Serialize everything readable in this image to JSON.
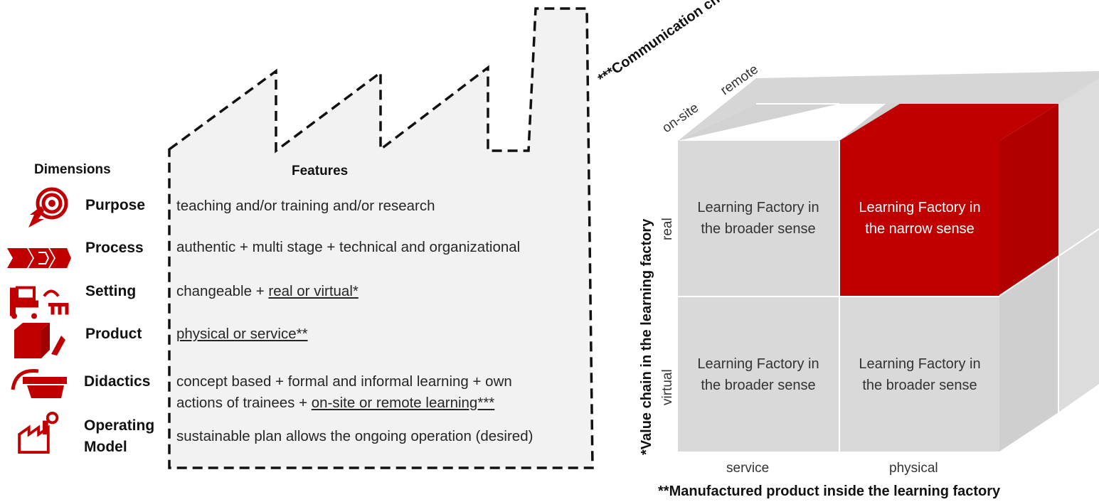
{
  "dimensions_header": "Dimensions",
  "features_header": "Features",
  "rows": [
    {
      "dimension": "Purpose",
      "icon": "target-arrow-icon",
      "feature": "teaching and/or training and/or research"
    },
    {
      "dimension": "Process",
      "icon": "process-chevrons-icon",
      "feature": "authentic +  multi stage + technical and organizational"
    },
    {
      "dimension": "Setting",
      "icon": "workbench-icon",
      "feature_plain": "changeable + ",
      "feature_underlined": "real or virtual*"
    },
    {
      "dimension": "Product",
      "icon": "package-icon",
      "feature_underlined": "physical or service**"
    },
    {
      "dimension": "Didactics",
      "icon": "graduation-cap-icon",
      "feature_line1": "concept based + formal and informal learning + own",
      "feature_line2_plain": "actions of trainees + ",
      "feature_line2_underlined": "on-site or remote learning***"
    },
    {
      "dimension_line1": "Operating",
      "dimension_line2": "Model",
      "icon": "factory-gear-icon",
      "feature": "sustainable plan allows the ongoing operation (desired)"
    }
  ],
  "cube": {
    "communication_channel": "***Communication channel",
    "on_site": "on-site",
    "remote": "remote",
    "value_chain": "*Value chain in the learning factory",
    "real": "real",
    "virtual": "virtual",
    "service": "service",
    "physical": "physical",
    "manufactured_product": "**Manufactured product inside the learning factory",
    "cells": {
      "real_service": [
        "Learning Factory in",
        "the broader sense"
      ],
      "real_physical": [
        "Learning Factory in",
        "the narrow sense"
      ],
      "virtual_service": [
        "Learning Factory in",
        "the broader sense"
      ],
      "virtual_physical": [
        "Learning Factory in",
        "the broader sense"
      ]
    }
  },
  "colors": {
    "accent_red": "#c00000",
    "cube_grey": "#d9d9d9",
    "factory_fill": "#f2f2f2"
  }
}
